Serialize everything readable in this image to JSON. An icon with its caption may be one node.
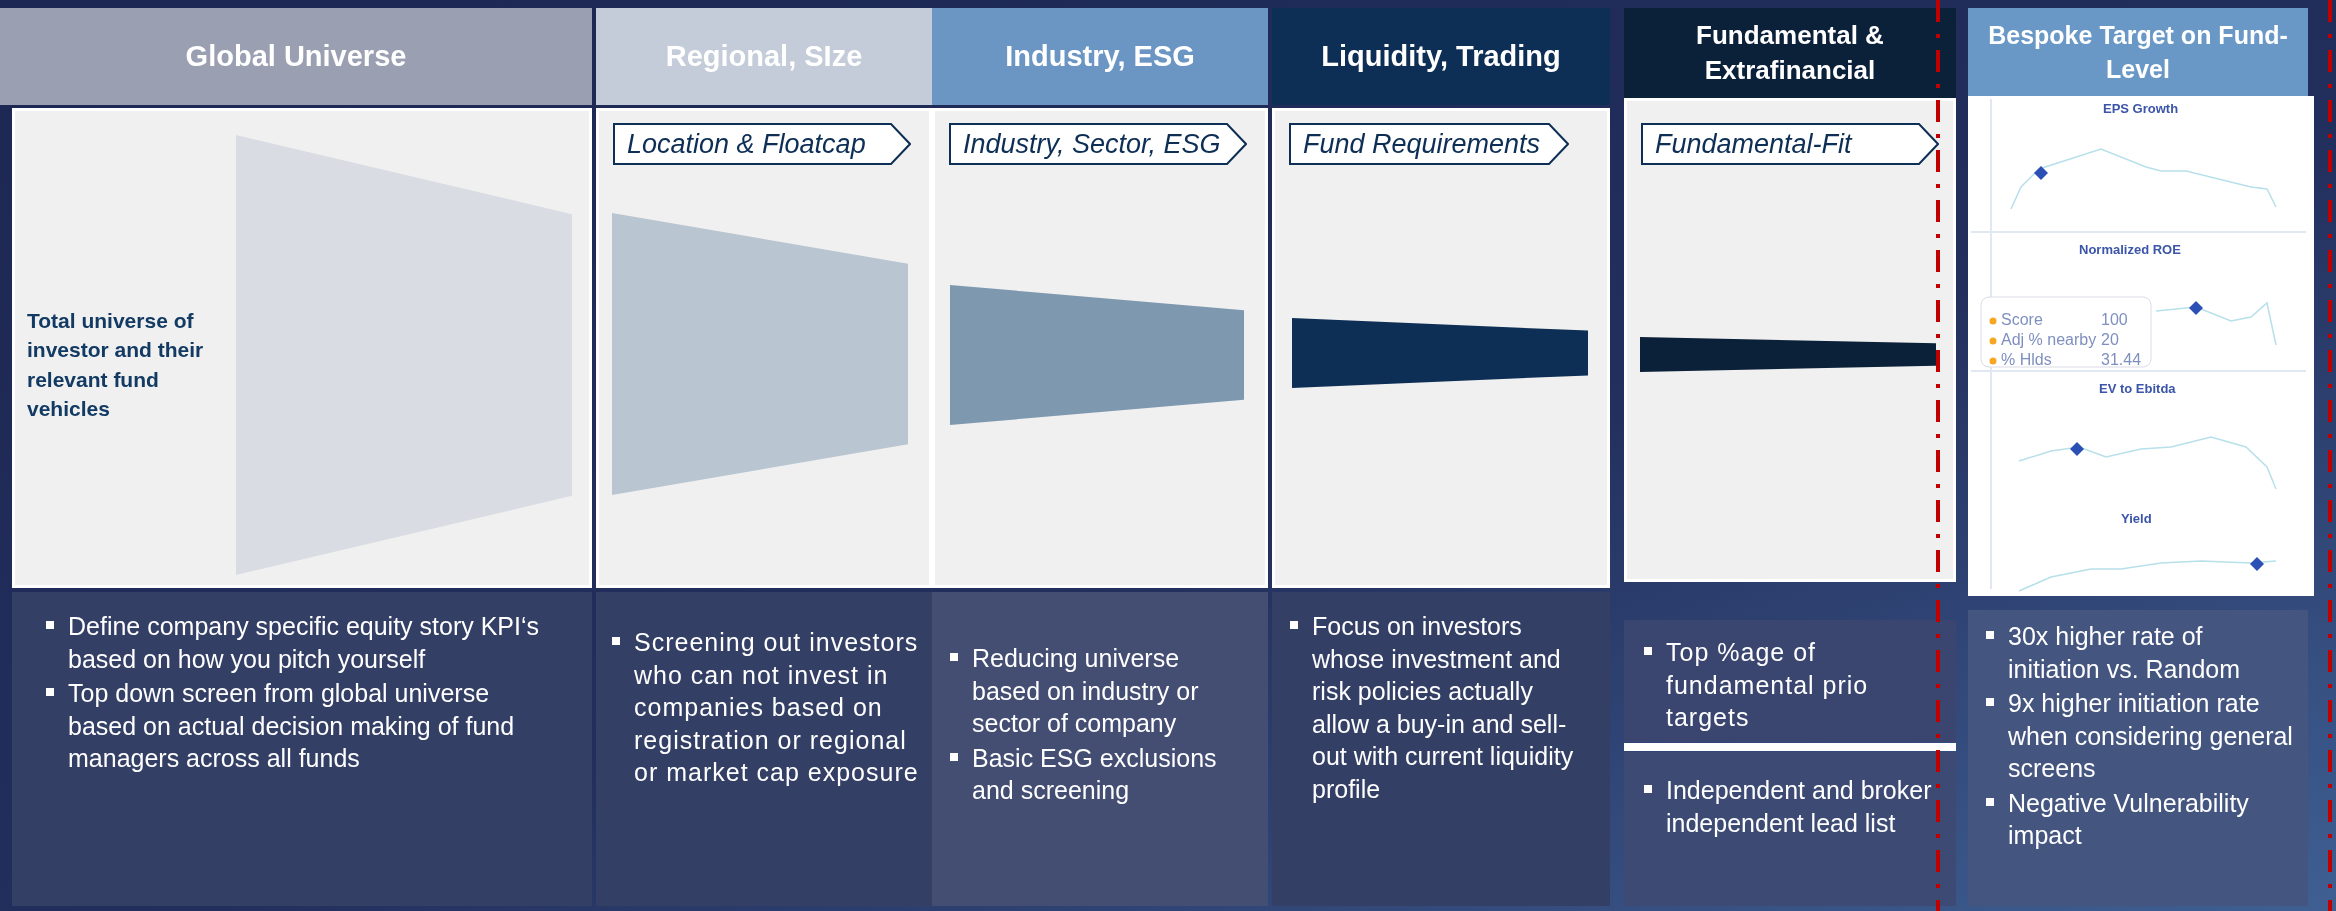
{
  "diagram": {
    "nodes": [
      {
        "text": [
          "Global Universe"
        ]
      },
      {
        "text": [
          "Total universe of investor and their relevant fund vehicles"
        ]
      },
      {
        "text": [
          "Define company specific equity story KPI‘s based on how you pitch yourself",
          "Top down screen from global universe based on actual decision making of fund managers across all funds"
        ]
      },
      {
        "text": [
          "Regional, SIze"
        ]
      },
      {
        "text": [],
        "shape": "box"
      },
      {
        "text": [
          "Location & Floatcap"
        ],
        "in": 4
      },
      {
        "text": [
          "Screening out investors who can not invest in companies based on registration or regional or market cap exposure"
        ]
      },
      {
        "text": [
          "Industry, ESG"
        ]
      },
      {
        "text": [],
        "shape": "box"
      },
      {
        "text": [
          "Industry, Sector, ESG"
        ],
        "in": 8
      },
      {
        "text": [
          "Reducing universe based on industry or sector of company",
          "Basic ESG exclusions and screening"
        ]
      },
      {
        "text": [
          "Liquidity, Trading"
        ]
      },
      {
        "text": [],
        "shape": "box"
      },
      {
        "text": [
          "Fund Requirements"
        ],
        "in": 12
      },
      {
        "text": [
          "Focus on investors whose investment and risk policies actually allow a buy-in and sell-out with current liquidity profile"
        ]
      },
      {
        "text": [
          "Fundamental & Extrafinancial"
        ]
      },
      {
        "text": [],
        "shape": "box"
      },
      {
        "text": [
          "Fundamental-Fit"
        ],
        "in": 16
      },
      {
        "text": [
          "Top %age of fundamental prio targets"
        ]
      },
      {
        "text": [
          "Independent and broker independent lead list"
        ]
      },
      {
        "text": [
          "Bespoke Target on Fund-Level"
        ]
      },
      {
        "text": [],
        "shape": "box"
      },
      {
        "text": [
          "30x higher rate of initiation vs. Random",
          "9x higher initiation rate when considering general screens",
          "Negative Vulnerability impact"
        ]
      },
      {
        "text": [],
        "shape": "trapezoid",
        "in": 1
      },
      {
        "text": [],
        "shape": "trapezoid",
        "in": 4
      },
      {
        "text": [],
        "shape": "trapezoid",
        "in": 8
      },
      {
        "text": [],
        "shape": "trapezoid",
        "in": 12
      },
      {
        "text": [],
        "shape": "trapezoid",
        "in": 16
      }
    ],
    "edges": [],
    "labels": [
      "EPS Growth",
      "Normalized ROE",
      "Score",
      "100",
      "Adj % nearby",
      "20",
      "% Hlds",
      "31.44",
      "EV to Ebitda",
      "Yield"
    ]
  }
}
